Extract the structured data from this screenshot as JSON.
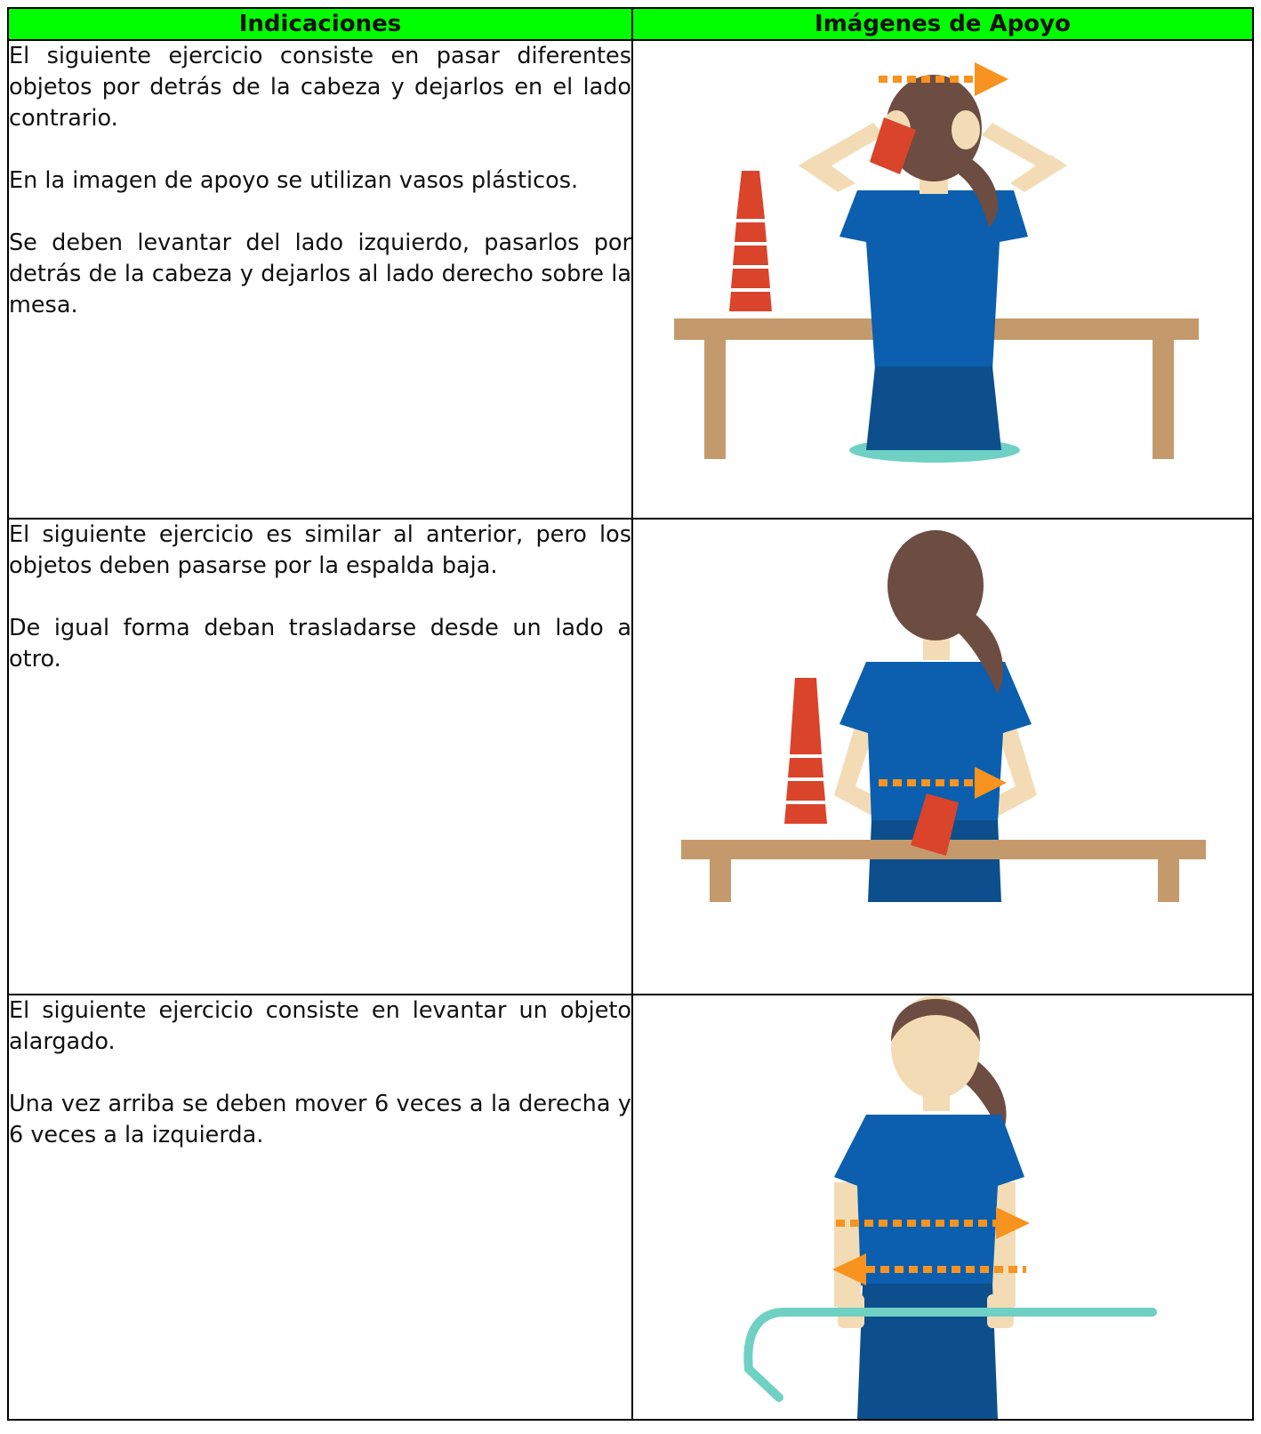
{
  "header": {
    "col1": "Indicaciones",
    "col2": "Imágenes de Apoyo"
  },
  "rows": [
    {
      "paragraphs": [
        "El siguiente ejercicio consiste en pasar diferentes objetos por detrás de la cabeza y dejarlos en el lado contrario.",
        "En la imagen de apoyo se utilizan vasos plásticos.",
        "Se deben levantar del lado izquierdo, pasarlos por detrás de la cabeza y dejarlos al lado derecho sobre la mesa."
      ]
    },
    {
      "paragraphs": [
        "El siguiente ejercicio es similar al anterior, pero los objetos deben pasarse por la espalda baja.",
        "De igual forma deban trasladarse desde un lado a otro."
      ]
    },
    {
      "paragraphs": [
        "El siguiente ejercicio consiste en levantar un objeto alargado.",
        "Una vez arriba se deben mover 6 veces a la derecha y 6 veces a la izquierda."
      ]
    }
  ],
  "colors": {
    "header_bg": "#00ff00",
    "shirt": "#0b5fae",
    "pants": "#0d4f8c",
    "hair": "#6d4c41",
    "skin": "#f3dcb5",
    "cups": "#d9442b",
    "table": "#c49a6c",
    "arrow": "#f7931e",
    "cane": "#6fd1c3"
  }
}
